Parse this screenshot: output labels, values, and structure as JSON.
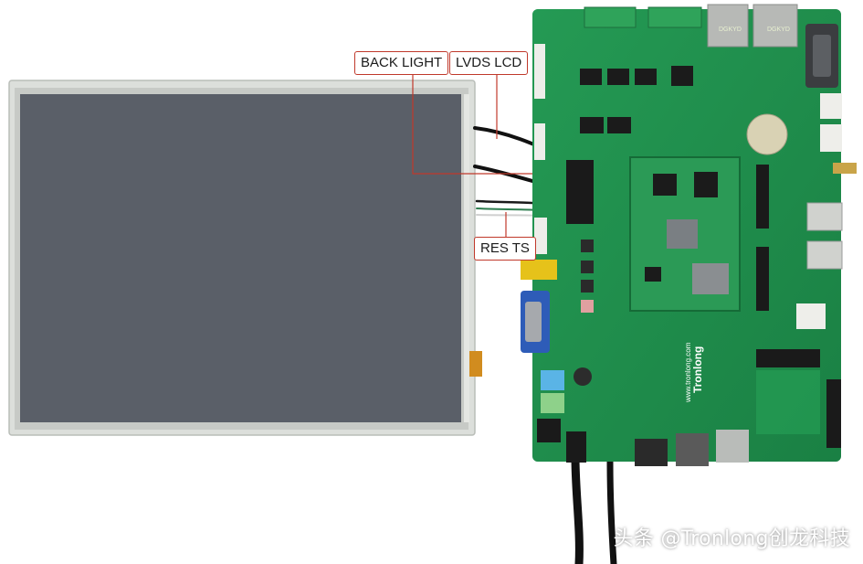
{
  "labels": {
    "back_light": "BACK LIGHT",
    "lvds_lcd": "LVDS LCD",
    "res_ts": "RES TS"
  },
  "board": {
    "brand_text": "Tronlong",
    "url_text": "www.tronlong.com",
    "jack_text_1": "DGKYD",
    "jack_text_2": "DGKYD"
  },
  "watermark": "头条 @Tronlong创龙科技",
  "colors": {
    "pcb_green": "#1f8f4c",
    "lcd_panel": "#5a5f68",
    "lcd_bezel": "#d8dbd7",
    "callout_red": "#c0392b",
    "terminal_green": "#2fa35a"
  }
}
